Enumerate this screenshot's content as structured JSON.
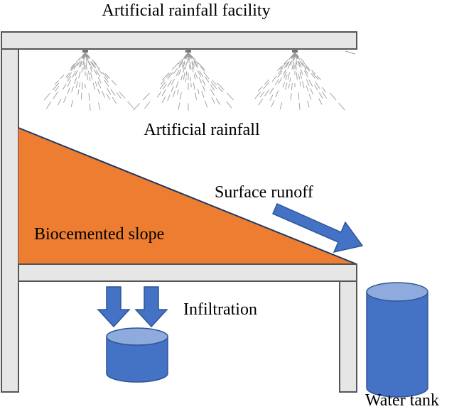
{
  "labels": {
    "facility": "Artificial rainfall facility",
    "rainfall": "Artificial rainfall",
    "runoff": "Surface runoff",
    "slope": "Biocemented slope",
    "infiltration": "Infiltration",
    "tank": "Water tank"
  },
  "colors": {
    "frame_fill": "#e6e6e6",
    "frame_stroke": "#555555",
    "slope_fill": "#ed7d31",
    "slope_edge": "#1f3864",
    "arrow_fill": "#4472c4",
    "arrow_stroke": "#2f5597",
    "tank_fill": "#4472c4",
    "tank_top": "#8faadc",
    "spray": "#9a9a9a"
  },
  "icons": [
    "sprinkler-icon",
    "down-arrow-icon",
    "runoff-arrow-icon",
    "water-tank-icon"
  ]
}
